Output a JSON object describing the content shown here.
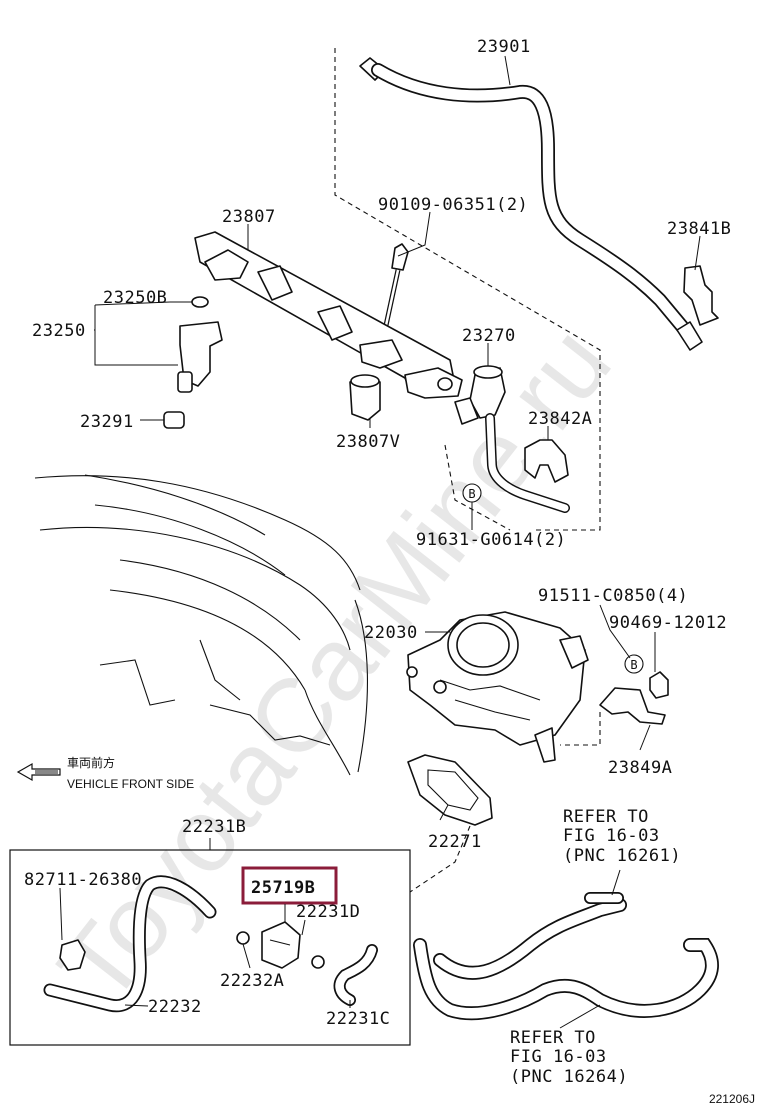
{
  "diagram_id": "221206J",
  "watermark": "ToyotaCarMine.ru",
  "direction_jp": "車両前方",
  "direction_en": "VEHICLE FRONT SIDE",
  "labels": {
    "p23901": "23901",
    "p90109": "90109-06351(2)",
    "p23807": "23807",
    "p23841B": "23841B",
    "p23250B": "23250B",
    "p23250": "23250",
    "p23270": "23270",
    "p23291": "23291",
    "p23807V": "23807V",
    "p23842A": "23842A",
    "p91631": "91631-G0614(2)",
    "p91511": "91511-C0850(4)",
    "p22030": "22030",
    "p90469": "90469-12012",
    "p23849A": "23849A",
    "p22231B": "22231B",
    "p22271": "22271",
    "p82711": "82711-26380",
    "p25719B": "25719B",
    "p22231D": "22231D",
    "p22232A": "22232A",
    "p22232": "22232",
    "p22231C": "22231C",
    "callout_b": "B"
  },
  "refer1": {
    "line1": "REFER TO",
    "line2": "FIG 16-03",
    "line3": "(PNC 16261)"
  },
  "refer2": {
    "line1": "REFER TO",
    "line2": "FIG 16-03",
    "line3": "(PNC 16264)"
  },
  "highlight_color": "#8b1c3a"
}
